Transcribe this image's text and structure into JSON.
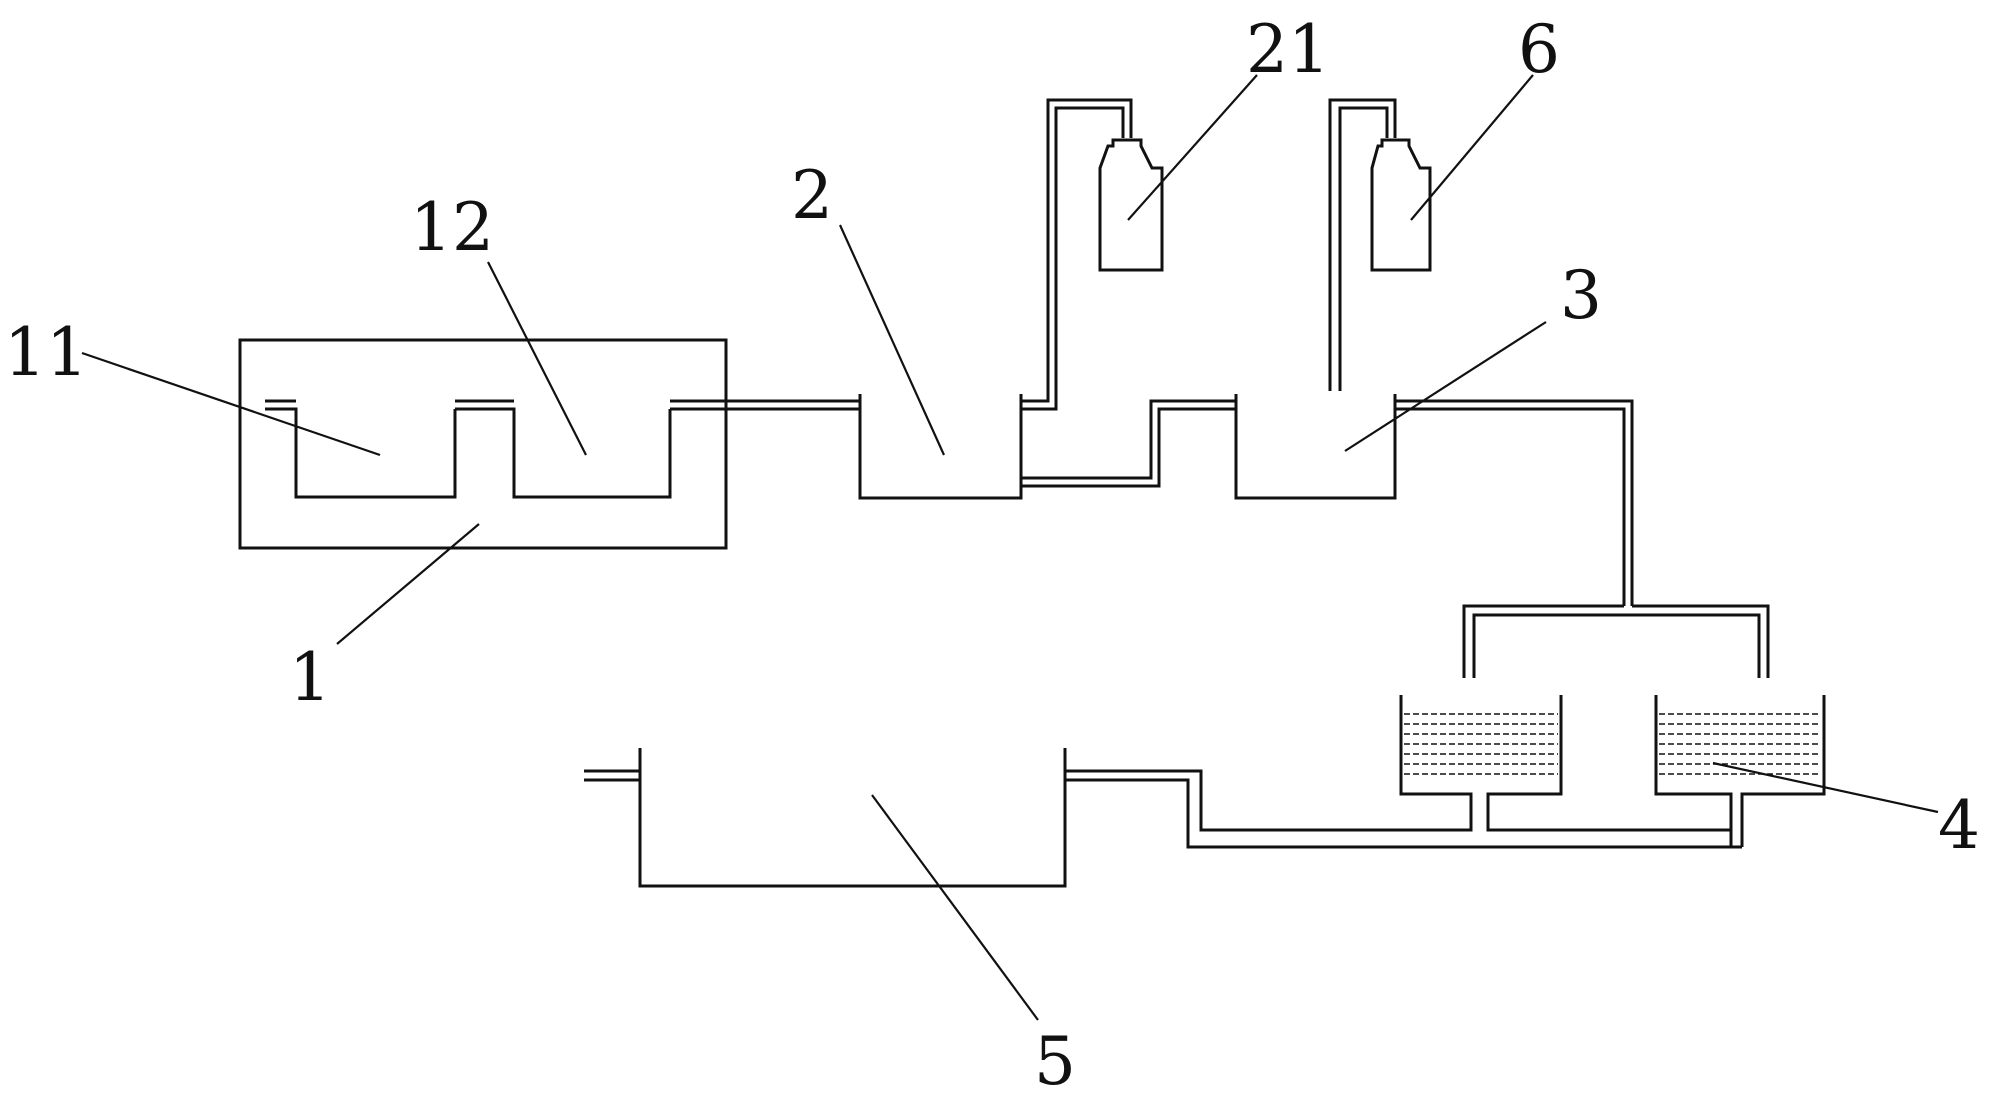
{
  "labels": {
    "part_1": "1",
    "part_11": "11",
    "part_12": "12",
    "part_2": "2",
    "part_21": "21",
    "part_3": "3",
    "part_4": "4",
    "part_5": "5",
    "part_6": "6"
  },
  "colors": {
    "line": "#111111",
    "background": "#ffffff"
  }
}
